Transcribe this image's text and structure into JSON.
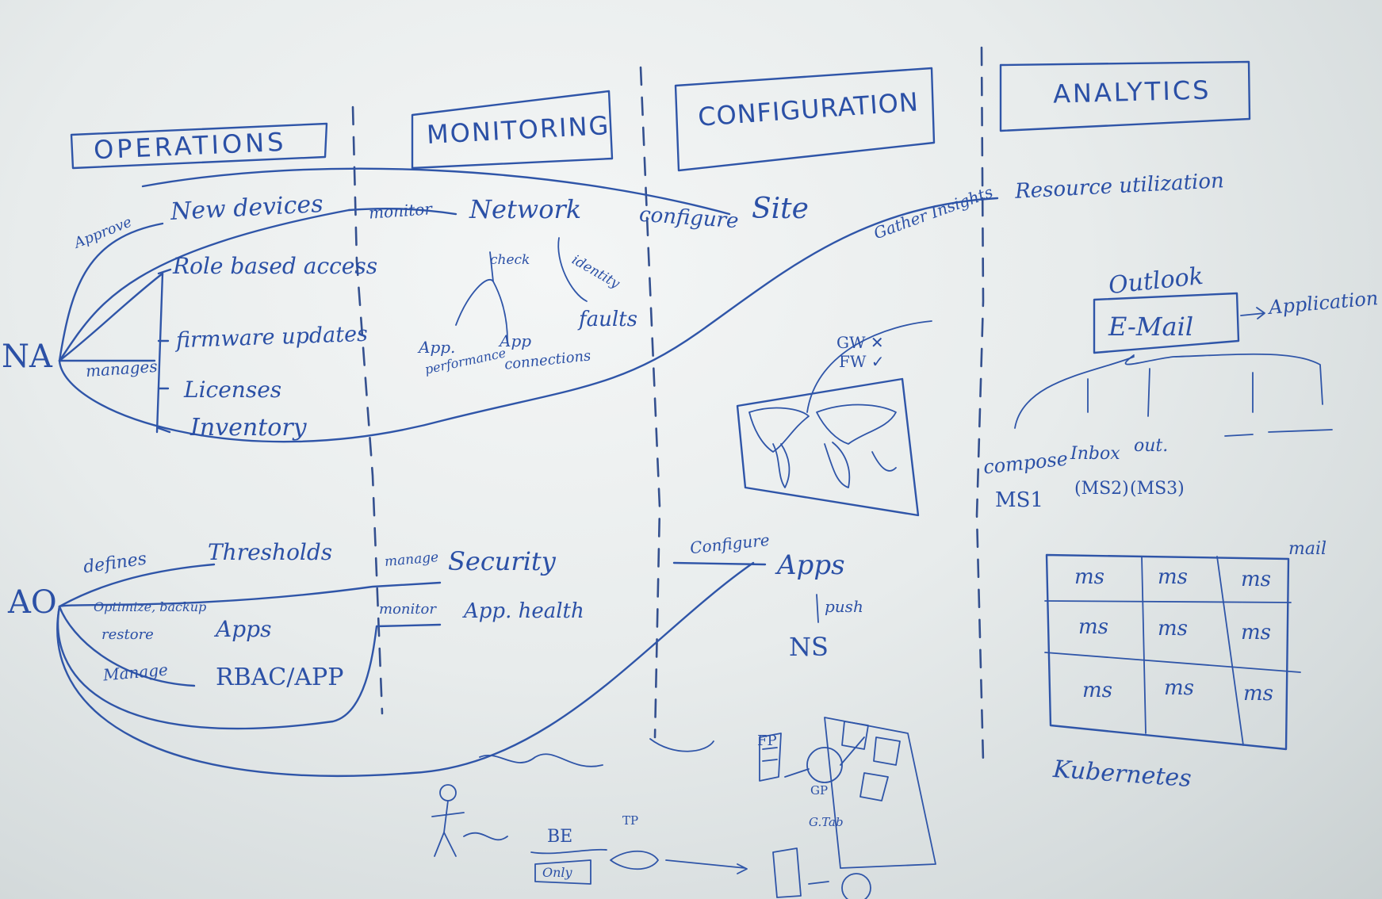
{
  "headers": {
    "operations": "OPERATIONS",
    "monitoring": "MONITORING",
    "configuration": "CONFIGURATION",
    "analytics": "ANALYTICS"
  },
  "roles": {
    "na": "NA",
    "ao": "AO"
  },
  "operations": {
    "approve": "Approve",
    "new_devices": "New devices",
    "manages": "manages",
    "items": [
      "Role based access",
      "firmware updates",
      "Licenses",
      "Inventory"
    ],
    "defines": "defines",
    "thresholds": "Thresholds",
    "optimize": "Optimize, backup",
    "restore": "restore",
    "apps": "Apps",
    "manage": "Manage",
    "rbac": "RBAC/APP"
  },
  "monitoring": {
    "monitor": "monitor",
    "network": "Network",
    "check": "check",
    "identity": "identity",
    "faults": "faults",
    "app_performance_1": "App.",
    "app_performance_2": "performance",
    "app_connections_1": "App",
    "app_connections_2": "connections",
    "manage": "manage",
    "security": "Security",
    "monitor2": "monitor",
    "app_health": "App. health"
  },
  "configuration": {
    "configure": "configure",
    "site": "Site",
    "gw": "GW ✕",
    "fw": "FW ✓",
    "configure2": "Configure",
    "apps": "Apps",
    "push": "push",
    "ns": "NS",
    "fp": "FP",
    "gp": "GP",
    "gtab": "G.Tab",
    "be": "BE",
    "tp": "TP",
    "only": "Only"
  },
  "analytics": {
    "gather_insights": "Gather Insights",
    "resource_utilization": "Resource utilization",
    "outlook": "Outlook",
    "email": "E-Mail",
    "application": "Application",
    "compose": "compose",
    "inbox": "Inbox",
    "out": "out.",
    "ms1": "MS1",
    "ms2": "(MS2)",
    "ms3": "(MS3)",
    "mail": "mail",
    "grid": [
      [
        "ms",
        "ms",
        "ms"
      ],
      [
        "ms",
        "ms",
        "ms"
      ],
      [
        "ms",
        "ms",
        "ms"
      ]
    ],
    "kubernetes": "Kubernetes"
  },
  "colors": {
    "ink": "#2f55a8",
    "board": "#e8ecec"
  }
}
